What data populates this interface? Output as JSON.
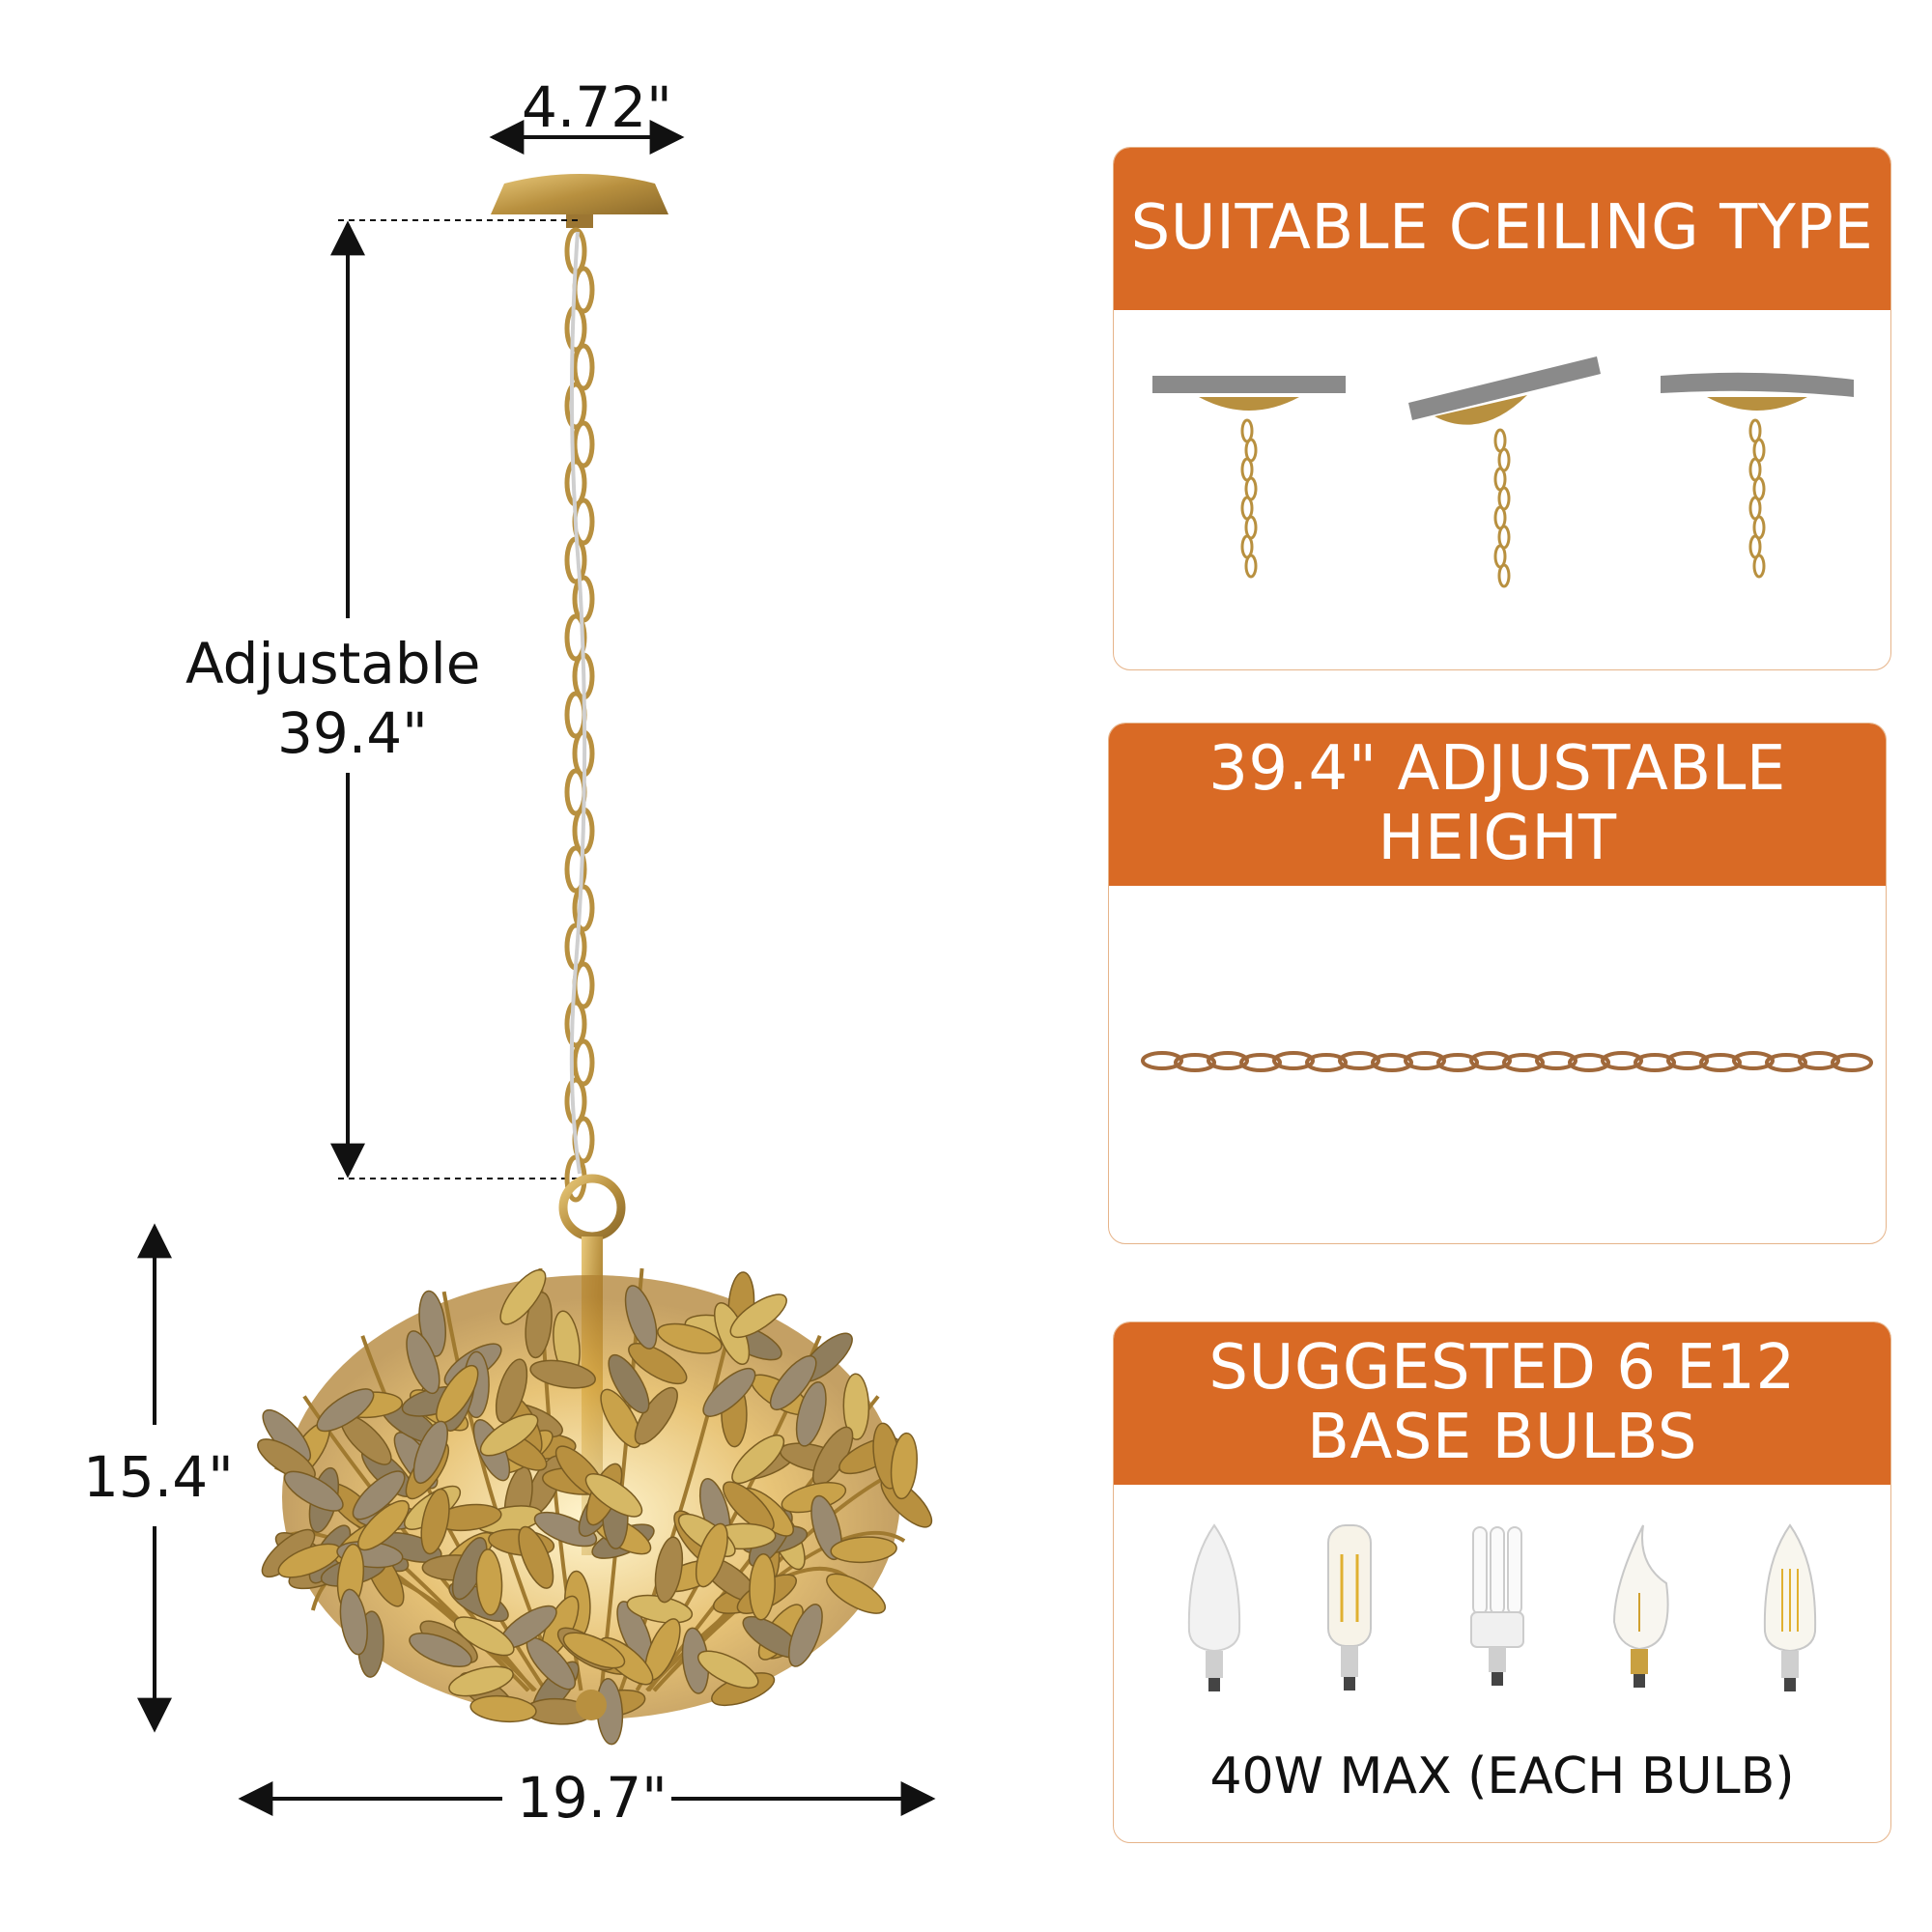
{
  "dimensions": {
    "canopy_width": "4.72\"",
    "adjustable_label": "Adjustable",
    "adjustable_value": "39.4\"",
    "shade_height": "15.4\"",
    "shade_width": "19.7\""
  },
  "panels": [
    {
      "title": "SUITABLE CEILING TYPE"
    },
    {
      "title": "39.4\" ADJUSTABLE HEIGHT"
    },
    {
      "title_line1": "SUGGESTED 6 E12",
      "title_line2": "BASE BULBS",
      "footer": "40W MAX (EACH BULB)"
    }
  ],
  "colors": {
    "accent": "#d96a25",
    "gold": "#b8903f",
    "ceiling_gray": "#8a8a8a"
  }
}
